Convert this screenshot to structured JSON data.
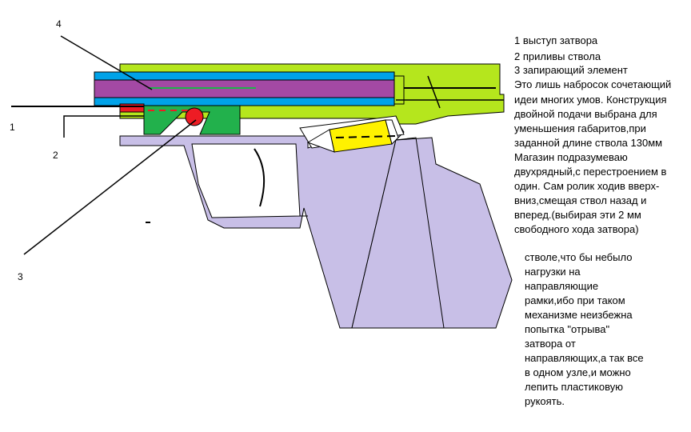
{
  "callouts": {
    "c1": "1",
    "c2": "2",
    "c3": "3",
    "c4": "4"
  },
  "notes_top": [
    "1 выступ затвора",
    "2 приливы ствола",
    "3 запирающий элемент",
    "Это лишь набросок сочетающий",
    "идеи многих умов. Конструкция",
    "двойной подачи выбрана для",
    "уменьшения габаритов,при",
    "заданной длине ствола 130мм",
    "Магазин подразумеваю",
    "двухрядный,с перестроением в",
    "один. Сам ролик ходив вверх-",
    "вниз,смещая ствол назад и",
    "вперед.(выбирая эти 2 мм",
    "свободного хода затвора)"
  ],
  "notes_bottom": [
    "стволе,что бы небыло",
    "нагрузки на",
    "направляющие",
    "рамки,ибо при таком",
    "механизме неизбежна",
    "попытка \"отрыва\"",
    "затвора от",
    "направляющих,а так все",
    "в одном узле,и можно",
    "лепить пластиковую",
    "рукоять."
  ],
  "colors": {
    "slide": "#b5e61d",
    "barrel_blue": "#00a2e8",
    "barrel_purple": "#a349a4",
    "lug_green": "#22b14c",
    "magazine": "#c8bfe7",
    "cartridge": "#fff200",
    "roller": "#ed1c24",
    "outline": "#000000"
  }
}
